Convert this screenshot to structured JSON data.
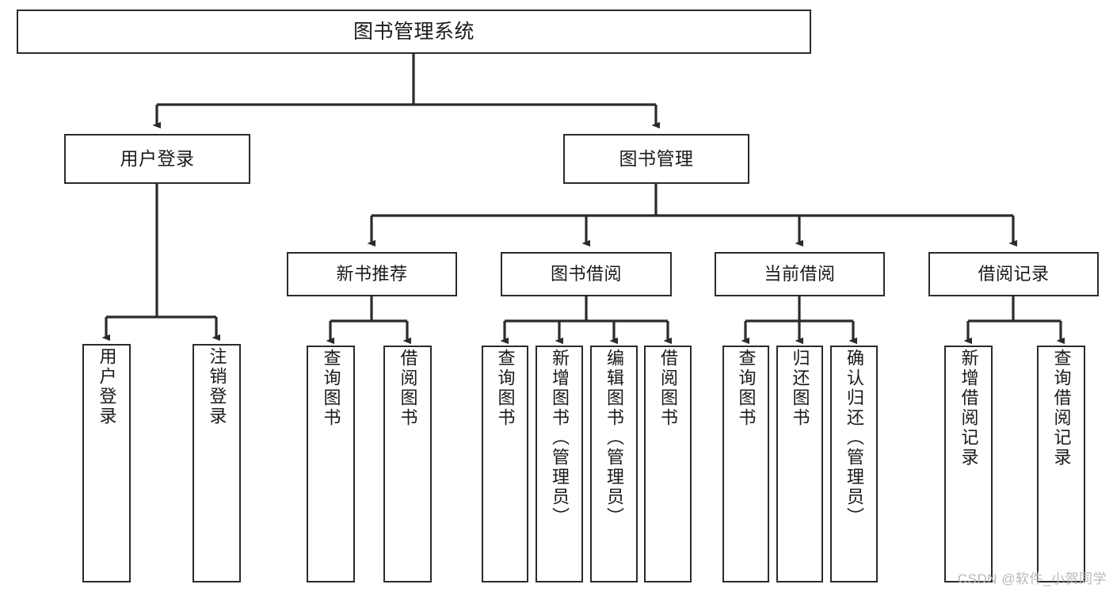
{
  "diagram": {
    "type": "tree-hierarchy",
    "title": "图书管理系统",
    "watermark": "CSDN @软件_小贺同学",
    "colors": {
      "box_border": "#2b2b2b",
      "box_fill": "#ffffff",
      "edge": "#2b2b2b",
      "text": "#1a1a1a",
      "watermark": "#b9b9b9",
      "background": "#ffffff"
    },
    "nodes": {
      "root": {
        "label": "图书管理系统"
      },
      "level2": [
        {
          "id": "user-login",
          "label": "用户登录"
        },
        {
          "id": "book-manage",
          "label": "图书管理"
        }
      ],
      "level3": [
        {
          "id": "new-book-recommend",
          "label": "新书推荐"
        },
        {
          "id": "book-borrow",
          "label": "图书借阅"
        },
        {
          "id": "current-borrow",
          "label": "当前借阅"
        },
        {
          "id": "borrow-record",
          "label": "借阅记录"
        }
      ],
      "leaves": {
        "user_login": [
          {
            "id": "leaf-user-login",
            "label": "用户登录"
          },
          {
            "id": "leaf-logout",
            "label": "注销登录"
          }
        ],
        "new_book_recommend": [
          {
            "id": "leaf-query-book-1",
            "label": "查询图书"
          },
          {
            "id": "leaf-borrow-book-1",
            "label": "借阅图书"
          }
        ],
        "book_borrow": [
          {
            "id": "leaf-query-book-2",
            "label": "查询图书"
          },
          {
            "id": "leaf-add-book",
            "label": "新增图书（管理员）"
          },
          {
            "id": "leaf-edit-book",
            "label": "编辑图书（管理员）"
          },
          {
            "id": "leaf-borrow-book-2",
            "label": "借阅图书"
          }
        ],
        "current_borrow": [
          {
            "id": "leaf-query-book-3",
            "label": "查询图书"
          },
          {
            "id": "leaf-return-book",
            "label": "归还图书"
          },
          {
            "id": "leaf-confirm-return",
            "label": "确认归还（管理员）"
          }
        ],
        "borrow_record": [
          {
            "id": "leaf-add-record",
            "label": "新增借阅记录"
          },
          {
            "id": "leaf-query-record",
            "label": "查询借阅记录"
          }
        ]
      }
    },
    "edges": [
      {
        "from": "root",
        "to": "user-login"
      },
      {
        "from": "root",
        "to": "book-manage"
      },
      {
        "from": "book-manage",
        "to": "new-book-recommend"
      },
      {
        "from": "book-manage",
        "to": "book-borrow"
      },
      {
        "from": "book-manage",
        "to": "current-borrow"
      },
      {
        "from": "book-manage",
        "to": "borrow-record"
      },
      {
        "from": "user-login",
        "to": "leaf-user-login"
      },
      {
        "from": "user-login",
        "to": "leaf-logout"
      },
      {
        "from": "new-book-recommend",
        "to": "leaf-query-book-1"
      },
      {
        "from": "new-book-recommend",
        "to": "leaf-borrow-book-1"
      },
      {
        "from": "book-borrow",
        "to": "leaf-query-book-2"
      },
      {
        "from": "book-borrow",
        "to": "leaf-add-book"
      },
      {
        "from": "book-borrow",
        "to": "leaf-edit-book"
      },
      {
        "from": "book-borrow",
        "to": "leaf-borrow-book-2"
      },
      {
        "from": "current-borrow",
        "to": "leaf-query-book-3"
      },
      {
        "from": "current-borrow",
        "to": "leaf-return-book"
      },
      {
        "from": "current-borrow",
        "to": "leaf-confirm-return"
      },
      {
        "from": "borrow-record",
        "to": "leaf-add-record"
      },
      {
        "from": "borrow-record",
        "to": "leaf-query-record"
      }
    ]
  }
}
